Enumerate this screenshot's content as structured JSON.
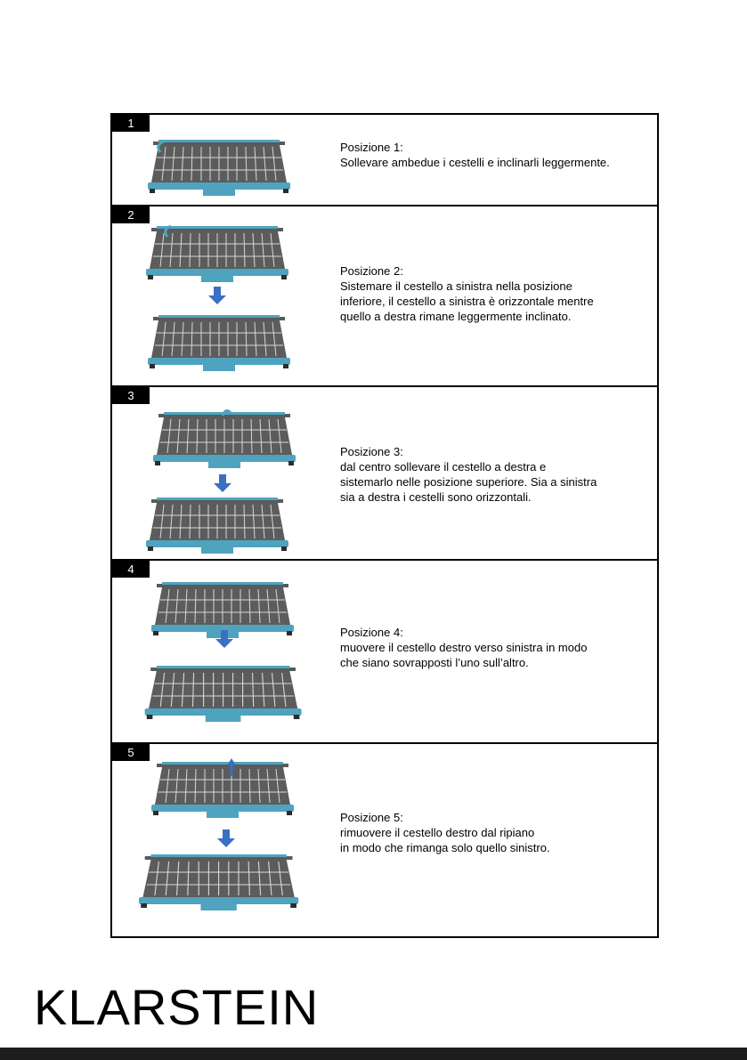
{
  "steps": [
    {
      "number": "1",
      "title": "Posizione 1:",
      "body": "Sollevare ambedue i cestelli e inclinarli leggermente."
    },
    {
      "number": "2",
      "title": "Posizione 2:",
      "body": "Sistemare il cestello a sinistra nella posizione\ninferiore, il cestello a sinistra è orizzontale mentre\nquello a destra rimane leggermente inclinato."
    },
    {
      "number": "3",
      "title": "Posizione 3:",
      "body": "dal centro sollevare il cestello a destra e\nsistemarlo nelle posizione superiore. Sia a sinistra\nsia a destra i cestelli sono orizzontali."
    },
    {
      "number": "4",
      "title": "Posizione 4:",
      "body": "muovere il cestello destro verso sinistra in modo\nche siano sovrapposti l’uno sull’altro."
    },
    {
      "number": "5",
      "title": "Posizione 5:",
      "body": "rimuovere il cestello destro dal ripiano\nin modo che rimanga solo quello sinistro."
    }
  ],
  "brand": "KLARSTEIN",
  "colors": {
    "frame": "#4fa3bf",
    "rack": "#3a3a3a",
    "arrow": "#3a6fc4",
    "border": "#000000"
  }
}
